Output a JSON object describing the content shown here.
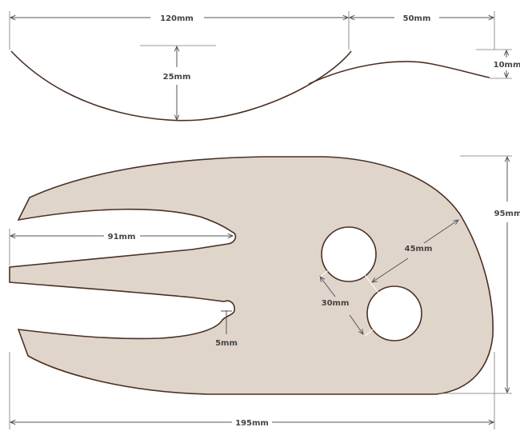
{
  "colors": {
    "shape_fill": "#e0d5cb",
    "outline": "#4a3024",
    "dimension_line": "#555555",
    "hole_fill": "#ffffff"
  },
  "dimensions": {
    "top_width": "120mm",
    "top_extension": "50mm",
    "sag_depth": "25mm",
    "lip_height": "10mm",
    "slot_length": "91mm",
    "slot_radius": "5mm",
    "hole_spacing": "30mm",
    "edge_to_hole": "45mm",
    "total_height": "95mm",
    "total_width": "195mm"
  }
}
